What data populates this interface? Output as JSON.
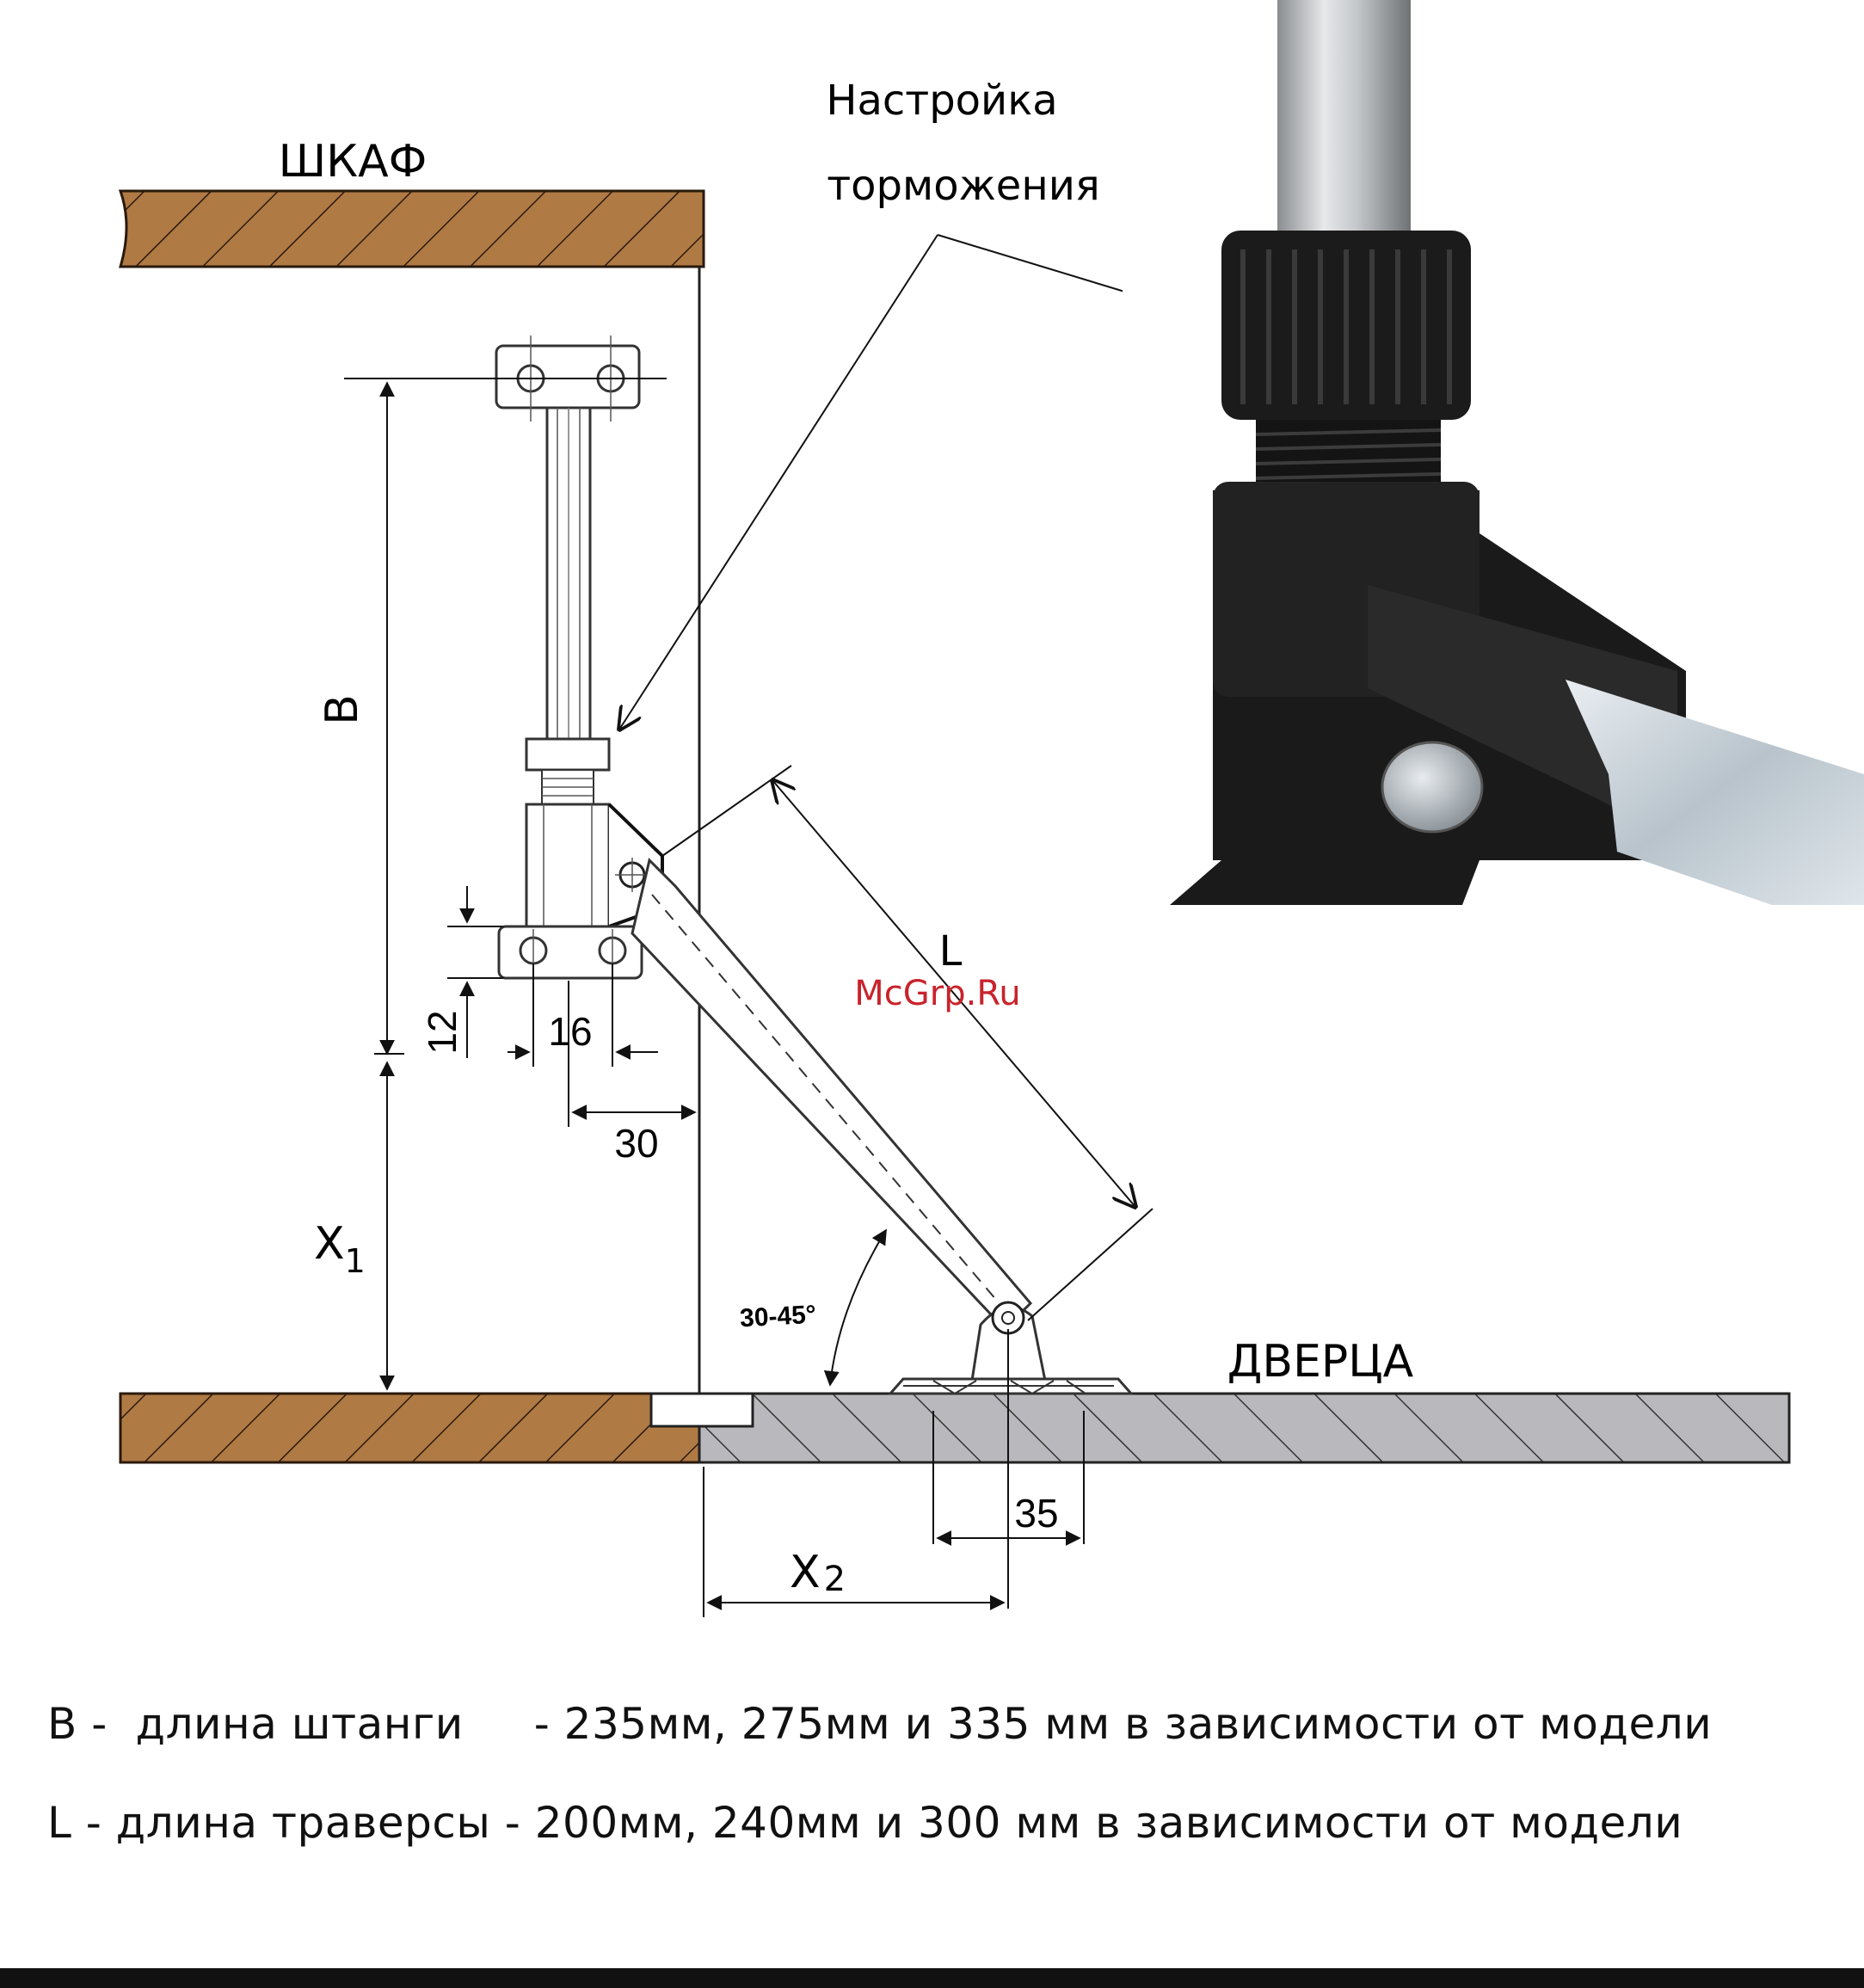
{
  "labels": {
    "cabinet": "ШКАФ",
    "door": "ДВЕРЦА",
    "brake_adjust_line1": "Настройка",
    "brake_adjust_line2": "торможения",
    "rod_length_symbol": "B",
    "traverse_length_symbol": "L",
    "x1_symbol": "X",
    "x1_sub": "1",
    "x2_symbol": "X",
    "x2_sub": "2",
    "angle": "30-45°",
    "dim_12": "12",
    "dim_16": "16",
    "dim_30": "30",
    "dim_35": "35",
    "watermark": "McGrp.Ru"
  },
  "legend": {
    "b_line": "B -  длина штанги     - 235мм, 275мм и 335 мм в зависимости от модели",
    "l_line": "L - длина траверсы - 200мм, 240мм и 300 мм в зависимости от модели"
  },
  "colors": {
    "wood": "#b07a45",
    "door_gray": "#b9b9bd",
    "rod_gray": "#d4d6d8",
    "dark_plastic": "#161616",
    "watermark_red": "#c9232c"
  }
}
